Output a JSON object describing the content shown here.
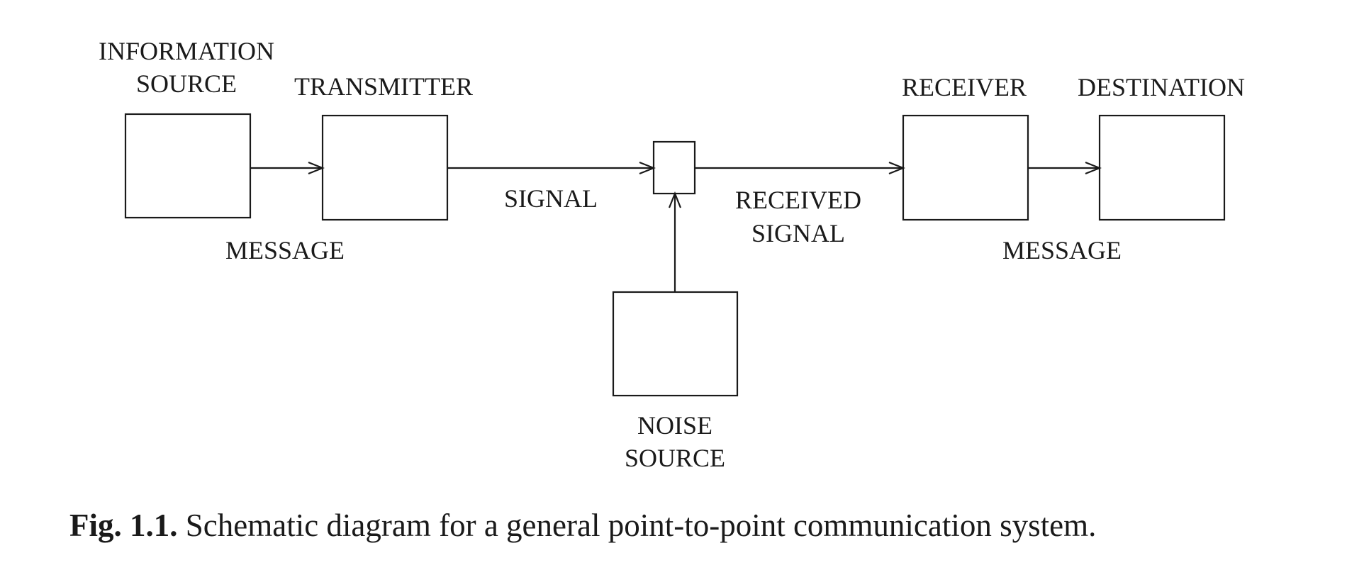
{
  "diagram": {
    "blocks": {
      "information_source": [
        "INFORMATION",
        "SOURCE"
      ],
      "transmitter": "TRANSMITTER",
      "receiver": "RECEIVER",
      "destination": "DESTINATION",
      "noise_source": [
        "NOISE",
        "SOURCE"
      ]
    },
    "edges": {
      "message_in": "MESSAGE",
      "signal": "SIGNAL",
      "received_signal": [
        "RECEIVED",
        "SIGNAL"
      ],
      "message_out": "MESSAGE"
    }
  },
  "caption": {
    "number": "Fig. 1.1.",
    "text": "Schematic diagram for a general point-to-point communication system."
  }
}
